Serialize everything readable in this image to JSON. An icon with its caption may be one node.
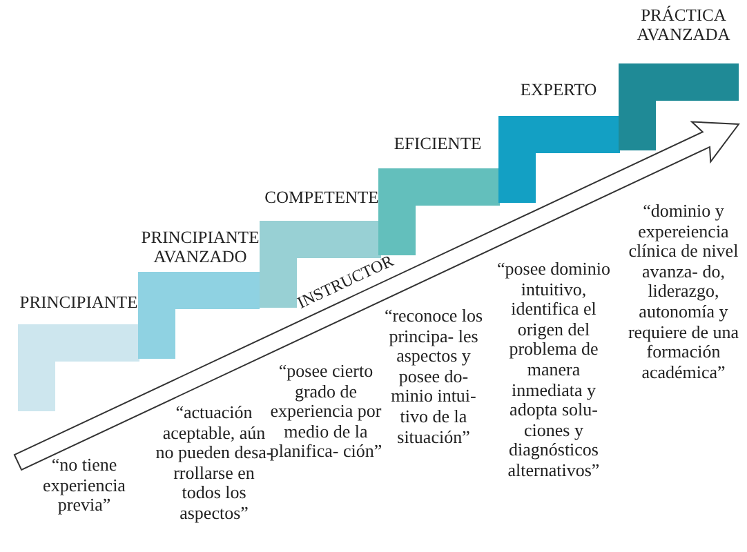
{
  "diagram": {
    "labels": [
      "PRINCIPIANTE",
      "PRINCIPIANTE AVANZADO",
      "COMPETENTE",
      "EFICIENTE",
      "EXPERTO",
      "PRÁCTICA AVANZADA",
      "INSTRUCTOR",
      "“no tiene experiencia previa”",
      "“actuación aceptable, aún no pueden desa- rrollarse en todos los aspectos”",
      "“posee cierto grado de experiencia por medio de la planifica- ción”",
      "“reconoce los principa- les aspectos y posee do- minio intui- tivo de la situación”",
      "“posee dominio intuitivo, identifica el origen del problema de manera inmediata y adopta solu- ciones y diagnósticos alternativos”",
      "“dominio y expereiencia clínica de nivel avanza- do, liderazgo, autonomía y requiere de una formación académica”"
    ]
  }
}
